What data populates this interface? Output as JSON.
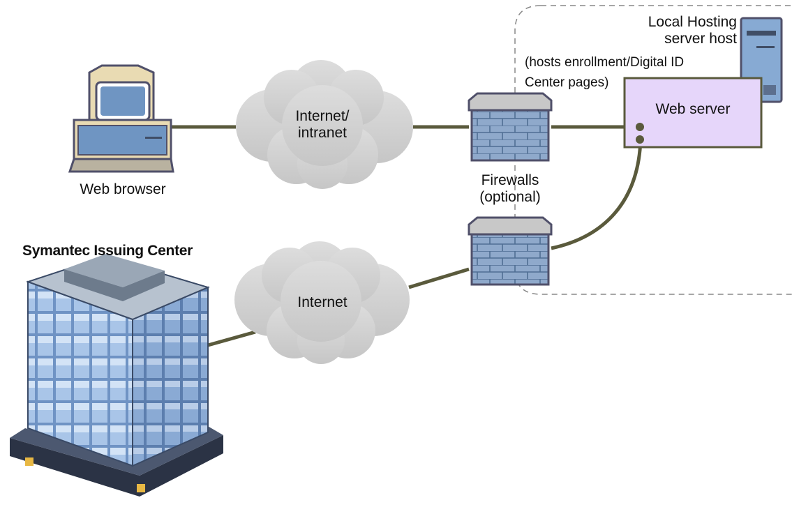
{
  "labels": {
    "local_hosting_line1": "Local Hosting",
    "local_hosting_line2": "server host",
    "hosts_line1": "(hosts enrollment/Digital ID",
    "hosts_line2": "Center pages)",
    "web_server": "Web server",
    "internet_intranet_line1": "Internet/",
    "internet_intranet_line2": "intranet",
    "web_browser": "Web browser",
    "firewalls_line1": "Firewalls",
    "firewalls_line2": "(optional)",
    "issuing_center": "Symantec Issuing Center",
    "internet": "Internet"
  },
  "icons": [
    "computer-icon",
    "cloud-icon",
    "firewall-icon",
    "server-tower-icon",
    "office-building-icon"
  ],
  "colors": {
    "connector": "#5a5a3c",
    "cloud": "#cfcfcf",
    "web_server_fill": "#e6d6fa",
    "web_server_border": "#5a5a3c",
    "firewall_brick": "#8fa9cb",
    "firewall_top": "#c8c8c8",
    "computer_body": "#e9dbb3",
    "computer_screen": "#6f95c2",
    "server_tower": "#87aad3",
    "region_border": "#888888"
  }
}
